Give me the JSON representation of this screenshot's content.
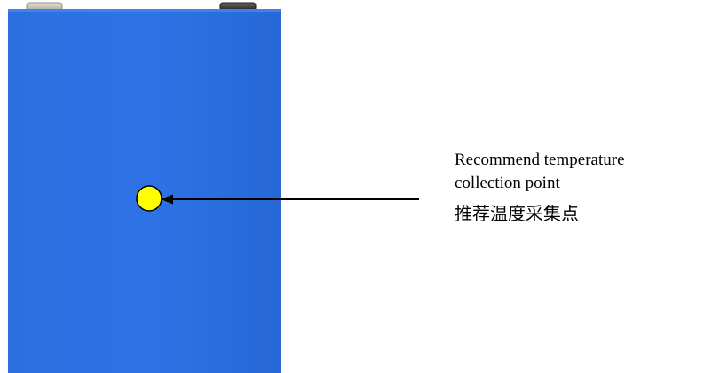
{
  "callout": {
    "line1": "Recommend temperature",
    "line2": "collection point",
    "line3_zh": "推荐温度采集点"
  },
  "colors": {
    "cell_body": "#2a6fdc",
    "terminal_left": "#c9c9bd",
    "terminal_right": "#3c3c3c",
    "point_fill": "#ffff00",
    "point_stroke": "#000000",
    "arrow": "#000000"
  }
}
